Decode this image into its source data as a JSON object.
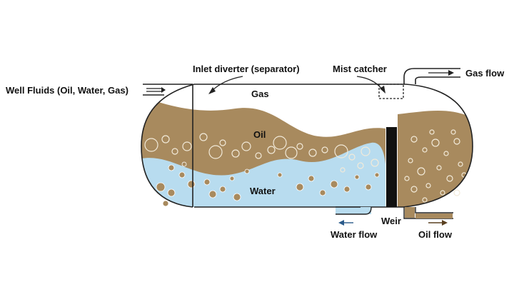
{
  "labels": {
    "well_fluids": "Well Fluids (Oil, Water, Gas)",
    "inlet_diverter": "Inlet diverter (separator)",
    "mist_catcher": "Mist catcher",
    "gas_flow": "Gas flow",
    "gas": "Gas",
    "oil": "Oil",
    "water": "Water",
    "weir": "Weir",
    "water_flow": "Water flow",
    "oil_flow": "Oil flow"
  },
  "colors": {
    "oil": "#a88a5e",
    "water": "#b8dcef",
    "outline": "#222222",
    "weir": "#111111",
    "bubble_stroke": "#f2ead9",
    "droplet": "#a88a5e"
  }
}
